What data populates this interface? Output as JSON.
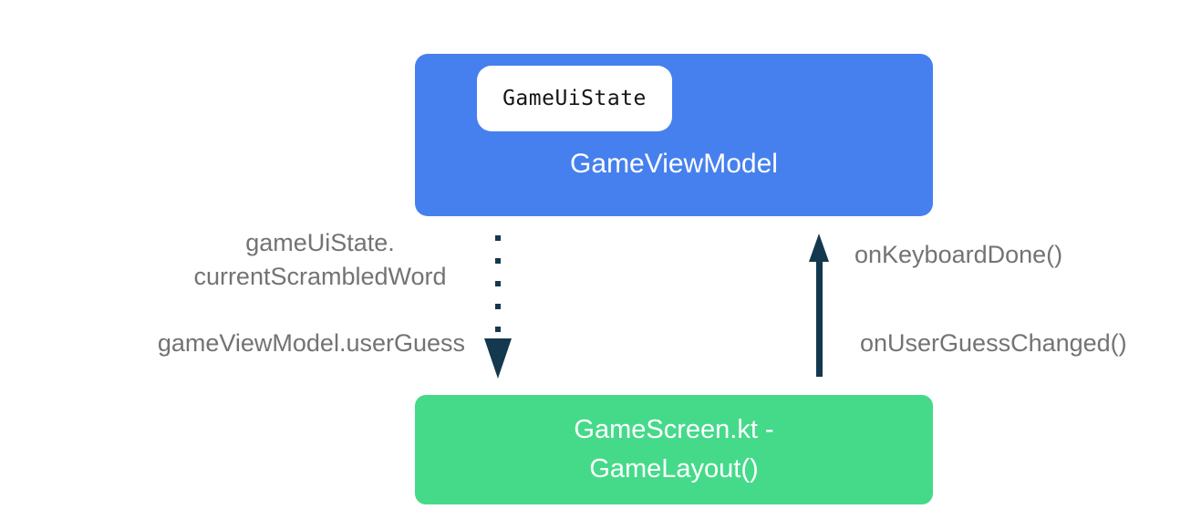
{
  "diagram": {
    "viewmodel_box": {
      "title": "GameViewModel",
      "chip": "GameUiState",
      "color": "#4680ee"
    },
    "screen_box": {
      "title_line1": "GameScreen.kt -",
      "title_line2": "GameLayout()",
      "color": "#45da8a"
    },
    "state_flow": {
      "label_line1": "gameUiState.",
      "label_line2": "currentScrambledWord",
      "user_guess_label": "gameViewModel.userGuess",
      "direction": "down",
      "style": "dotted"
    },
    "event_flow": {
      "keyboard_done_label": "onKeyboardDone()",
      "user_guess_changed_label": "onUserGuessChanged()",
      "direction": "up",
      "style": "solid"
    },
    "colors": {
      "arrow_navy": "#14384e",
      "label_gray": "#737373",
      "chip_background": "#ffffff"
    }
  }
}
